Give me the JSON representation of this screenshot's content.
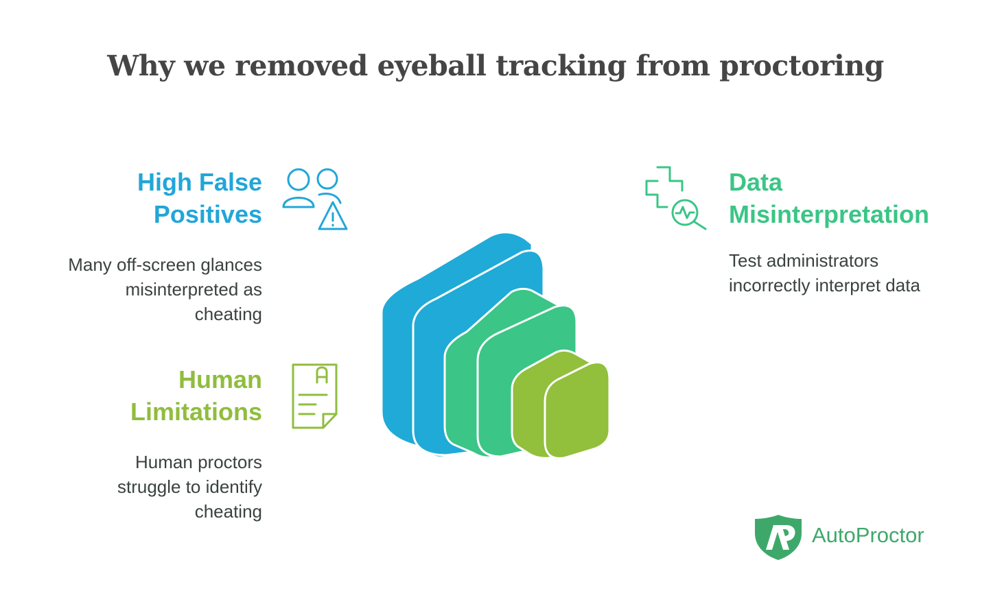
{
  "title": "Why we removed eyeball tracking from proctoring",
  "items": [
    {
      "heading_line1": "High False",
      "heading_line2": "Positives",
      "body_lines": [
        "Many off-screen glances",
        "misinterpreted as",
        "cheating"
      ],
      "icon": "people-warning-icon",
      "color": "#22a6d8"
    },
    {
      "heading_line1": "Human",
      "heading_line2": "Limitations",
      "body_lines": [
        "Human proctors",
        "struggle to identify",
        "cheating"
      ],
      "icon": "document-icon",
      "color": "#90bd3e"
    },
    {
      "heading_line1": "Data",
      "heading_line2": "Misinterpretation",
      "body_lines": [
        "Test administrators",
        "incorrectly interpret data"
      ],
      "icon": "medical-search-icon",
      "color": "#3bc586"
    }
  ],
  "logo": {
    "text": "AutoProctor",
    "color": "#3ea86b"
  }
}
